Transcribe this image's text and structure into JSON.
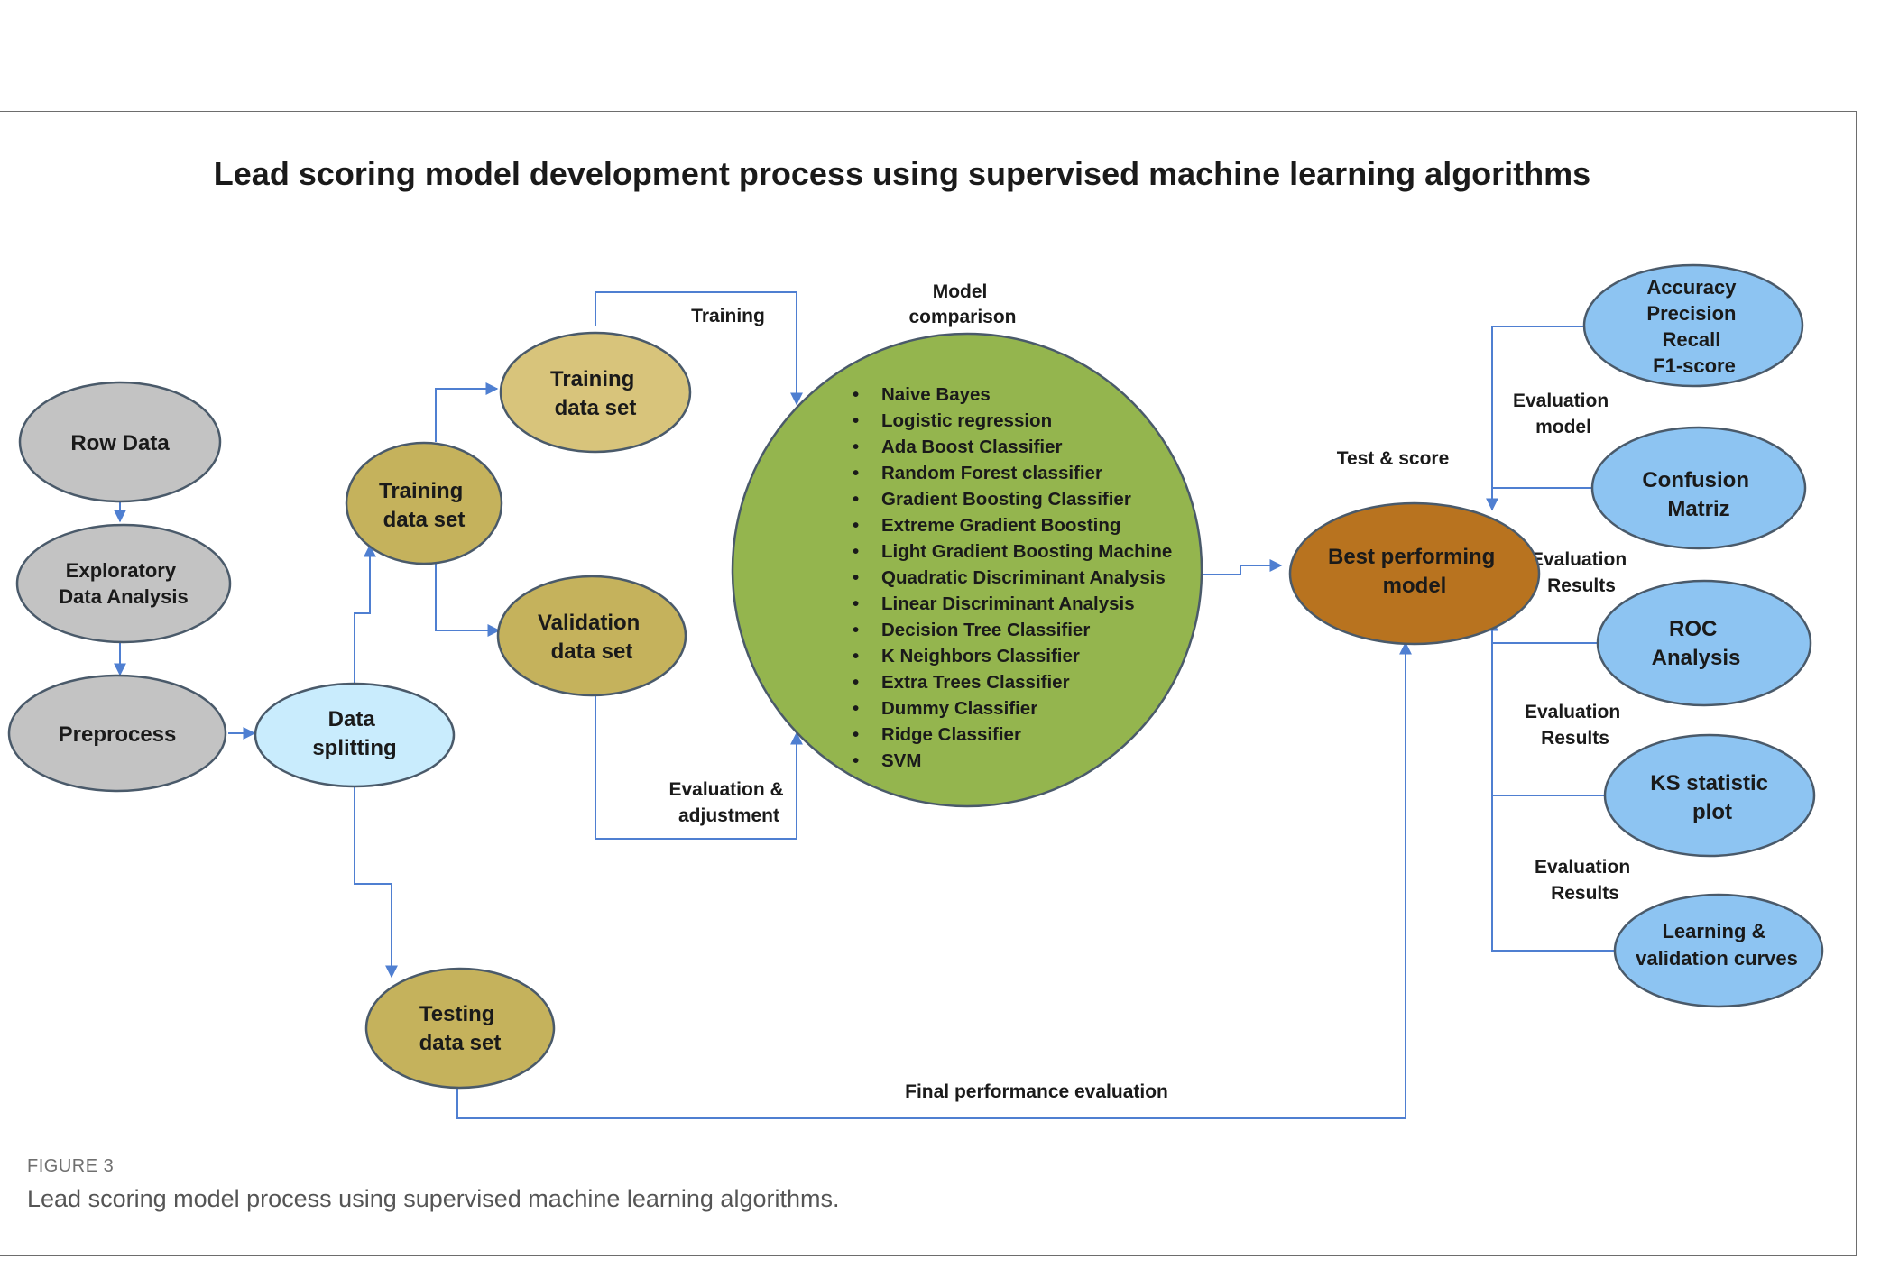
{
  "title": "Lead scoring model development process using supervised machine learning algorithms",
  "nodes": {
    "row_data": [
      "Row Data"
    ],
    "eda": [
      "Exploratory",
      "Data Analysis"
    ],
    "preprocess": [
      "Preprocess"
    ],
    "data_splitting": [
      "Data",
      "splitting"
    ],
    "training_set_mid": [
      "Training",
      "data set"
    ],
    "training_set_top": [
      "Training",
      "data set"
    ],
    "validation_set": [
      "Validation",
      "data set"
    ],
    "testing_set": [
      "Testing",
      "data set"
    ],
    "best_model": [
      "Best performing",
      "model"
    ],
    "metrics": [
      "Accuracy",
      "Precision",
      "Recall",
      "F1-score"
    ],
    "confusion": [
      "Confusion",
      "Matriz"
    ],
    "roc": [
      "ROC",
      "Analysis"
    ],
    "ks": [
      "KS statistic",
      "plot"
    ],
    "curves": [
      "Learning &",
      "validation curves"
    ]
  },
  "algorithms": [
    "Naive Bayes",
    "Logistic regression",
    "Ada Boost Classifier",
    "Random Forest classifier",
    "Gradient Boosting Classifier",
    "Extreme Gradient Boosting",
    "Light Gradient Boosting Machine",
    "Quadratic Discriminant Analysis",
    "Linear Discriminant Analysis",
    "Decision Tree Classifier",
    "K Neighbors Classifier",
    "Extra Trees Classifier",
    "Dummy Classifier",
    "Ridge Classifier",
    "SVM"
  ],
  "edge_labels": {
    "training": [
      "Training"
    ],
    "model_comparison": [
      "Model",
      "comparison"
    ],
    "eval_adjust": [
      "Evaluation &",
      "adjustment"
    ],
    "test_score": [
      "Test & score"
    ],
    "eval_model": [
      "Evaluation",
      "model"
    ],
    "eval_results_1": [
      "Evaluation",
      "Results"
    ],
    "eval_results_2": [
      "Evaluation",
      "Results"
    ],
    "eval_results_3": [
      "Evaluation",
      "Results"
    ],
    "final_eval": [
      "Final performance evaluation"
    ]
  },
  "colors": {
    "gray": "#c3c3c3",
    "light_blue": "#c9ecfd",
    "khaki_light": "#d8c47b",
    "khaki": "#c5b25c",
    "green": "#94b54e",
    "brown": "#b8731f",
    "blue": "#8dc4f2",
    "edge": "#4f7fd1"
  },
  "figure_label": "FIGURE 3",
  "caption": "Lead scoring model process using supervised machine learning algorithms."
}
